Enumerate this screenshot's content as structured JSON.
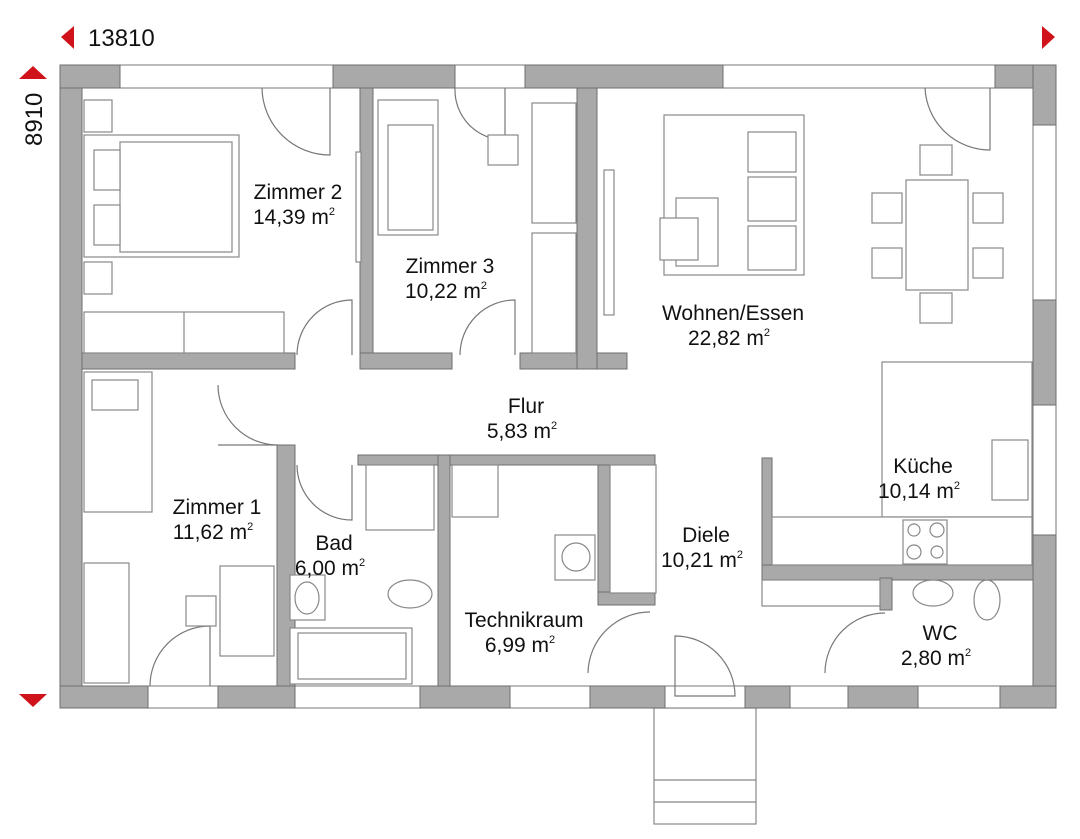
{
  "dimensions": {
    "width_mm": "13810",
    "depth_mm": "8910"
  },
  "colors": {
    "arrow": "#d0131b",
    "wall": "#a9a9a9"
  },
  "rooms": [
    {
      "name": "Zimmer 2",
      "area": "14,39 m",
      "unit_sup": "2"
    },
    {
      "name": "Zimmer 3",
      "area": "10,22 m",
      "unit_sup": "2"
    },
    {
      "name": "Wohnen/Essen",
      "area": "22,82 m",
      "unit_sup": "2"
    },
    {
      "name": "Flur",
      "area": "5,83 m",
      "unit_sup": "2"
    },
    {
      "name": "Küche",
      "area": "10,14 m",
      "unit_sup": "2"
    },
    {
      "name": "Zimmer 1",
      "area": "11,62 m",
      "unit_sup": "2"
    },
    {
      "name": "Bad",
      "area": "6,00 m",
      "unit_sup": "2"
    },
    {
      "name": "Diele",
      "area": "10,21 m",
      "unit_sup": "2"
    },
    {
      "name": "Technikraum",
      "area": "6,99 m",
      "unit_sup": "2"
    },
    {
      "name": "WC",
      "area": "2,80 m",
      "unit_sup": "2"
    }
  ]
}
